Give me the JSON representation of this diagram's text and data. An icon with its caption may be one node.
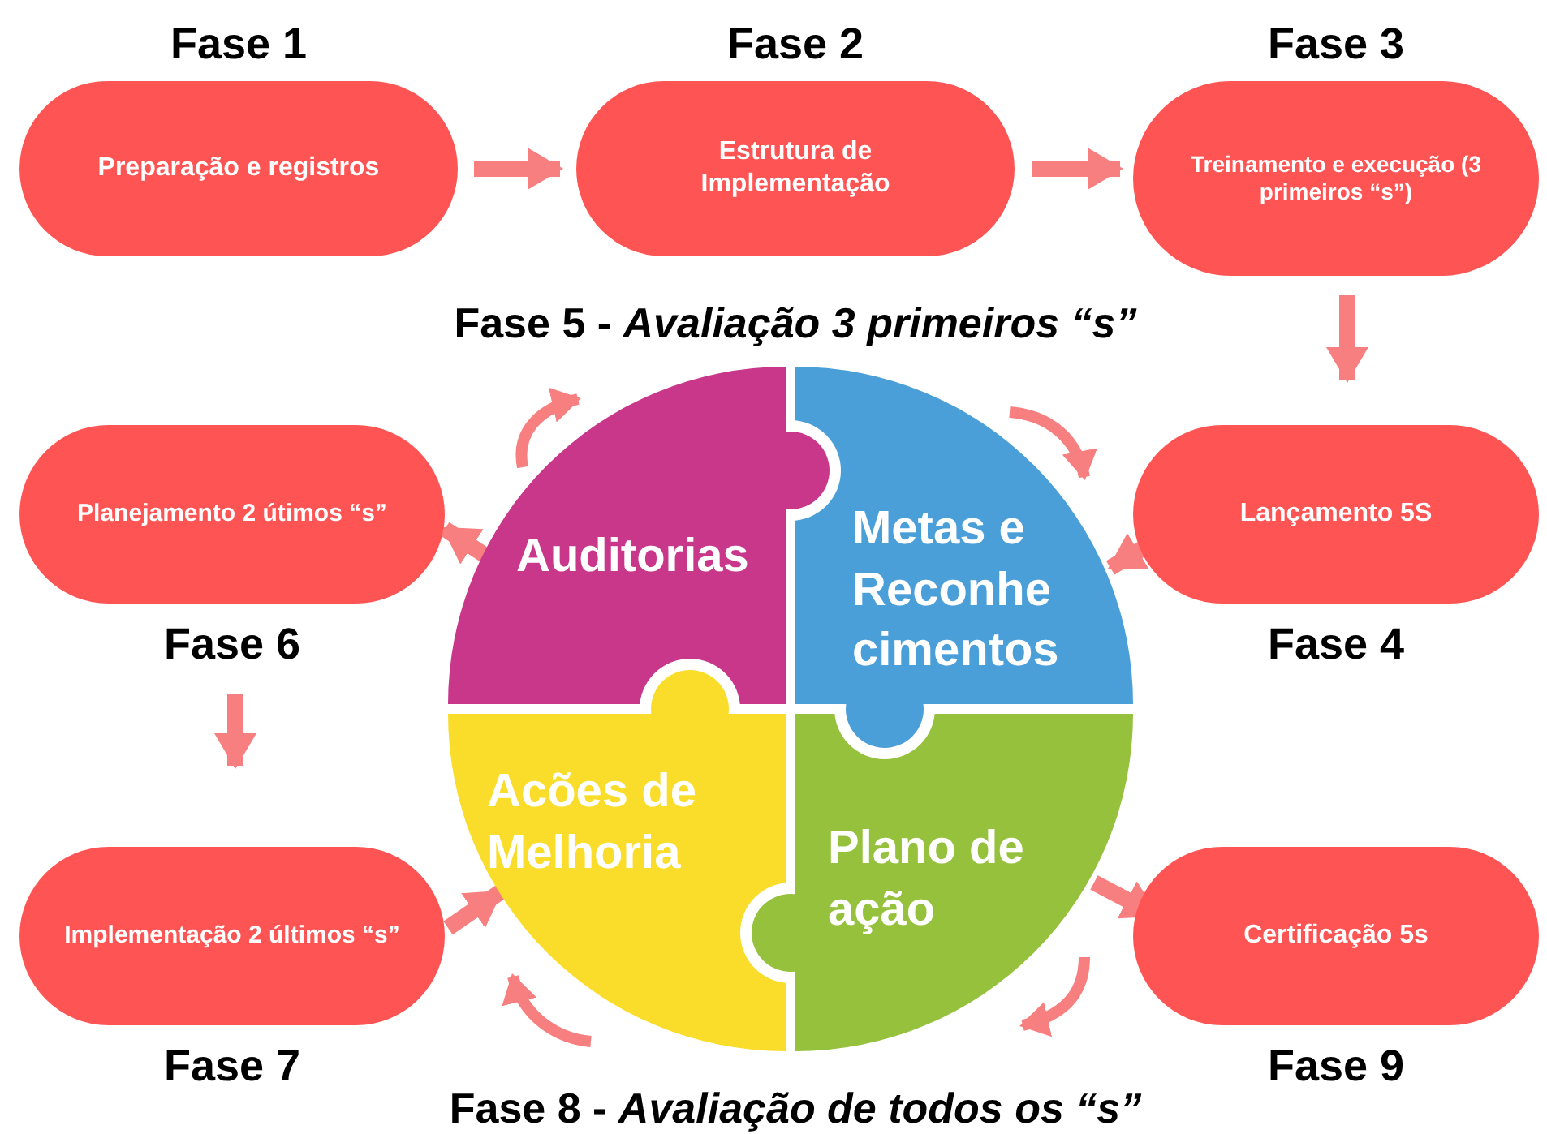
{
  "diagram": {
    "nodes": [
      {
        "text": [
          "Preparação e registros"
        ],
        "beside": [
          "Fase 1"
        ]
      },
      {
        "text": [
          "Estrutura de Implementação"
        ],
        "beside": [
          "Fase 2"
        ]
      },
      {
        "text": [
          "Treinamento e execução (3 primeiros “s”)"
        ],
        "beside": [
          "Fase 3"
        ]
      },
      {
        "text": [
          "Lançamento 5S"
        ],
        "beside": [
          "Fase 4"
        ]
      },
      {
        "text": [
          "Planejamento 2 útimos “s”"
        ],
        "beside": [
          "Fase 6"
        ]
      },
      {
        "text": [
          "Implementação 2 últimos “s”"
        ],
        "beside": [
          "Fase 7"
        ]
      },
      {
        "text": [
          "Certificação 5s"
        ],
        "beside": [
          "Fase 9"
        ]
      },
      {
        "text": [
          "Auditorias"
        ]
      },
      {
        "text": [
          "Metas e Reconhe cimentos"
        ]
      },
      {
        "text": [
          "Acões de Melhoria"
        ]
      },
      {
        "text": [
          "Plano de ação"
        ]
      }
    ],
    "edges": [
      {
        "from": 0,
        "to": 1,
        "arrow": "to"
      },
      {
        "from": 1,
        "to": 2,
        "arrow": "to"
      },
      {
        "from": 2,
        "to": 3,
        "arrow": "to"
      },
      {
        "from": 3,
        "to": 8,
        "arrow": "to"
      },
      {
        "from": 7,
        "to": 4,
        "arrow": "to"
      },
      {
        "from": 4,
        "to": 5,
        "arrow": "to"
      },
      {
        "from": 5,
        "to": 9,
        "arrow": "to"
      },
      {
        "from": 10,
        "to": 6,
        "arrow": "to"
      }
    ],
    "labels": [
      "Fase 5 - *Avaliação 3 primeiros “s”*",
      "Fase 8 - *Avaliação de todos os “s”*"
    ]
  }
}
